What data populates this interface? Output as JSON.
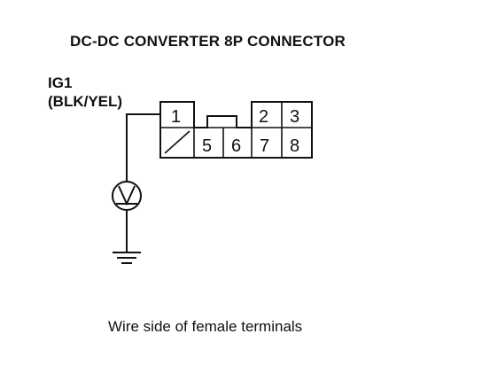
{
  "diagram": {
    "title": "DC-DC CONVERTER 8P CONNECTOR",
    "wire": {
      "name": "IG1",
      "color": "(BLK/YEL)"
    },
    "connector": {
      "pins": [
        "1",
        "2",
        "3",
        "5",
        "6",
        "7",
        "8"
      ]
    },
    "meter_icon": "voltmeter-icon",
    "ground_icon": "ground-icon",
    "caption": "Wire side of female terminals"
  }
}
